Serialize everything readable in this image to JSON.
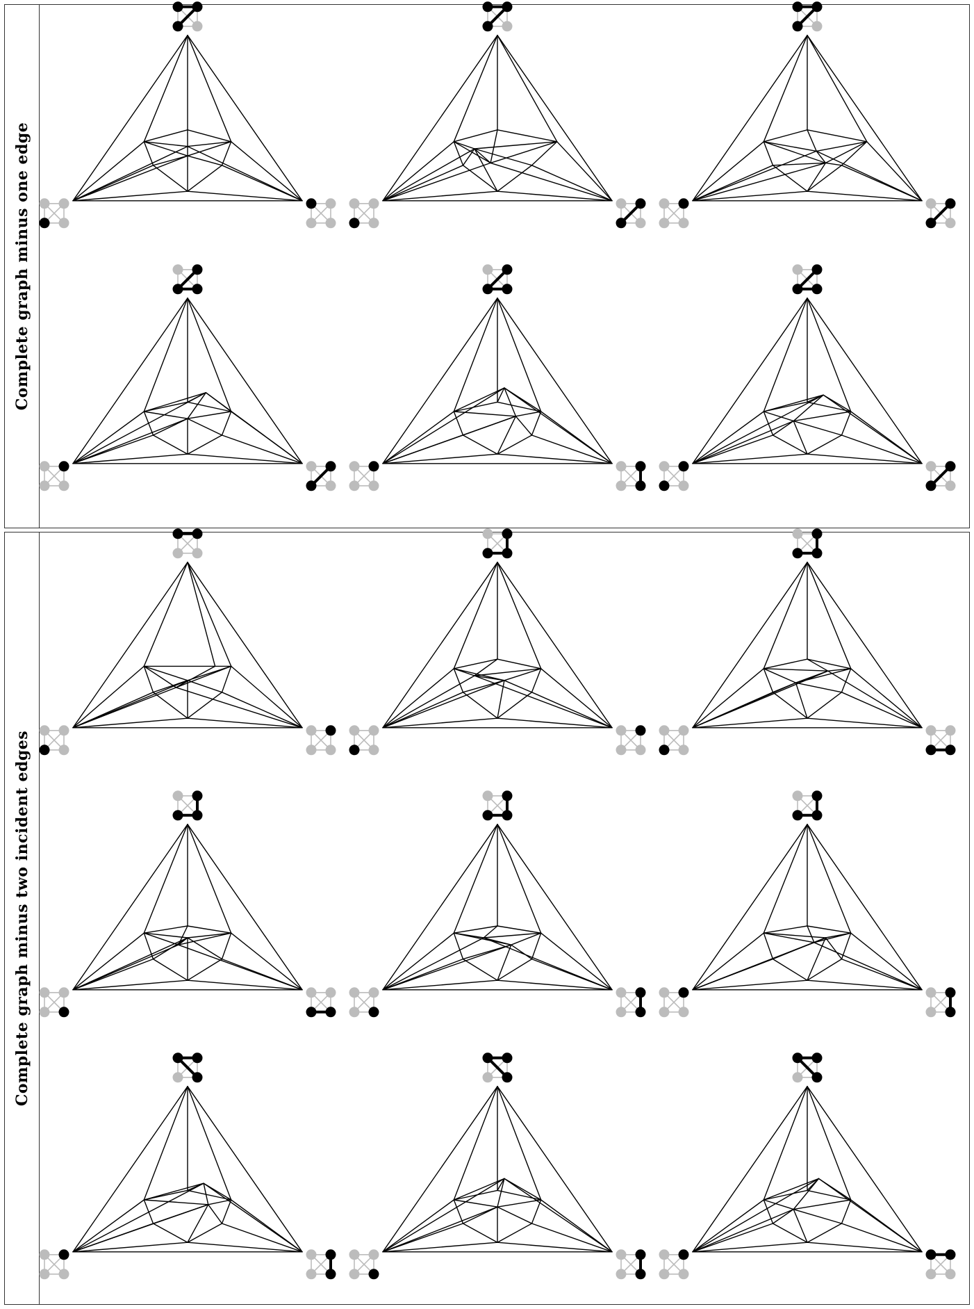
{
  "panels": [
    {
      "label": "Complete graph minus one edge"
    },
    {
      "label": "Complete graph minus two incident edges"
    }
  ],
  "colors": {
    "ink": "#000000",
    "faded": "#bcbcbc",
    "border": "#333333"
  },
  "icon_edges": [
    "top",
    "right",
    "bottom",
    "left",
    "diagonal-ac",
    "diagonal-bd"
  ],
  "diagrams": [
    {
      "panel": 0,
      "row": 0,
      "col": 0,
      "inner": [
        [
          0.5,
          0.52
        ],
        [
          0.31,
          0.57
        ],
        [
          0.69,
          0.57
        ],
        [
          0.5,
          0.59
        ],
        [
          0.35,
          0.67
        ],
        [
          0.65,
          0.67
        ],
        [
          0.5,
          0.63
        ]
      ],
      "icons": {
        "top": {
          "black_nodes": [
            0,
            1,
            3
          ],
          "edges": [
            [
              0,
              1
            ],
            [
              1,
              3
            ]
          ]
        },
        "left": {
          "black_nodes": [
            3
          ],
          "edges": []
        },
        "right": {
          "black_nodes": [
            0
          ],
          "edges": []
        }
      }
    },
    {
      "panel": 0,
      "row": 0,
      "col": 1,
      "inner": [
        [
          0.5,
          0.52
        ],
        [
          0.31,
          0.57
        ],
        [
          0.76,
          0.57
        ],
        [
          0.47,
          0.66
        ],
        [
          0.35,
          0.67
        ],
        [
          0.65,
          0.67
        ],
        [
          0.4,
          0.6
        ]
      ],
      "icons": {
        "top": {
          "black_nodes": [
            0,
            1,
            3
          ],
          "edges": [
            [
              0,
              1
            ],
            [
              1,
              3
            ]
          ]
        },
        "left": {
          "black_nodes": [
            3
          ],
          "edges": []
        },
        "right": {
          "black_nodes": [
            1,
            3
          ],
          "edges": [
            [
              1,
              3
            ]
          ]
        }
      }
    },
    {
      "panel": 0,
      "row": 0,
      "col": 2,
      "inner": [
        [
          0.5,
          0.52
        ],
        [
          0.31,
          0.57
        ],
        [
          0.76,
          0.57
        ],
        [
          0.54,
          0.61
        ],
        [
          0.35,
          0.67
        ],
        [
          0.65,
          0.67
        ],
        [
          0.58,
          0.66
        ]
      ],
      "icons": {
        "top": {
          "black_nodes": [
            0,
            1,
            3
          ],
          "edges": [
            [
              0,
              1
            ],
            [
              1,
              3
            ]
          ]
        },
        "left": {
          "black_nodes": [
            1
          ],
          "edges": []
        },
        "right": {
          "black_nodes": [
            1,
            3
          ],
          "edges": [
            [
              1,
              3
            ]
          ]
        }
      }
    },
    {
      "panel": 0,
      "row": 1,
      "col": 0,
      "inner": [
        [
          0.5,
          0.56
        ],
        [
          0.31,
          0.6
        ],
        [
          0.69,
          0.6
        ],
        [
          0.58,
          0.52
        ],
        [
          0.35,
          0.7
        ],
        [
          0.65,
          0.7
        ],
        [
          0.5,
          0.63
        ]
      ],
      "icons": {
        "top": {
          "black_nodes": [
            1,
            2,
            3
          ],
          "edges": [
            [
              1,
              3
            ],
            [
              3,
              2
            ]
          ]
        },
        "left": {
          "black_nodes": [
            1
          ],
          "edges": []
        },
        "right": {
          "black_nodes": [
            1,
            3
          ],
          "edges": [
            [
              1,
              3
            ]
          ]
        }
      }
    },
    {
      "panel": 0,
      "row": 1,
      "col": 1,
      "inner": [
        [
          0.5,
          0.56
        ],
        [
          0.31,
          0.6
        ],
        [
          0.69,
          0.6
        ],
        [
          0.53,
          0.5
        ],
        [
          0.35,
          0.7
        ],
        [
          0.65,
          0.7
        ],
        [
          0.58,
          0.62
        ]
      ],
      "icons": {
        "top": {
          "black_nodes": [
            1,
            2,
            3
          ],
          "edges": [
            [
              1,
              3
            ],
            [
              3,
              2
            ]
          ]
        },
        "left": {
          "black_nodes": [
            1
          ],
          "edges": []
        },
        "right": {
          "black_nodes": [
            1,
            2
          ],
          "edges": [
            [
              1,
              2
            ]
          ]
        }
      }
    },
    {
      "panel": 0,
      "row": 1,
      "col": 2,
      "inner": [
        [
          0.5,
          0.56
        ],
        [
          0.31,
          0.6
        ],
        [
          0.69,
          0.6
        ],
        [
          0.57,
          0.53
        ],
        [
          0.35,
          0.7
        ],
        [
          0.65,
          0.7
        ],
        [
          0.44,
          0.64
        ]
      ],
      "icons": {
        "top": {
          "black_nodes": [
            1,
            2,
            3
          ],
          "edges": [
            [
              1,
              3
            ],
            [
              3,
              2
            ]
          ]
        },
        "left": {
          "black_nodes": [
            1,
            3
          ],
          "edges": []
        },
        "right": {
          "black_nodes": [
            1,
            3
          ],
          "edges": [
            [
              1,
              3
            ]
          ]
        }
      }
    },
    {
      "panel": 1,
      "row": 0,
      "col": 0,
      "inner": [
        [
          0.62,
          0.56
        ],
        [
          0.31,
          0.56
        ],
        [
          0.69,
          0.56
        ],
        [
          0.45,
          0.65
        ],
        [
          0.35,
          0.67
        ],
        [
          0.65,
          0.67
        ],
        [
          0.5,
          0.62
        ]
      ],
      "icons": {
        "top": {
          "black_nodes": [
            0,
            1
          ],
          "edges": [
            [
              0,
              1
            ]
          ]
        },
        "left": {
          "black_nodes": [
            3
          ],
          "edges": []
        },
        "right": {
          "black_nodes": [
            1
          ],
          "edges": []
        }
      }
    },
    {
      "panel": 1,
      "row": 0,
      "col": 1,
      "inner": [
        [
          0.5,
          0.53
        ],
        [
          0.31,
          0.57
        ],
        [
          0.69,
          0.57
        ],
        [
          0.4,
          0.6
        ],
        [
          0.35,
          0.67
        ],
        [
          0.65,
          0.67
        ],
        [
          0.53,
          0.62
        ]
      ],
      "icons": {
        "top": {
          "black_nodes": [
            1,
            2,
            3
          ],
          "edges": [
            [
              1,
              2
            ],
            [
              2,
              3
            ]
          ]
        },
        "left": {
          "black_nodes": [
            3
          ],
          "edges": []
        },
        "right": {
          "black_nodes": [
            1
          ],
          "edges": []
        }
      }
    },
    {
      "panel": 1,
      "row": 0,
      "col": 2,
      "inner": [
        [
          0.5,
          0.53
        ],
        [
          0.31,
          0.57
        ],
        [
          0.69,
          0.57
        ],
        [
          0.59,
          0.58
        ],
        [
          0.35,
          0.67
        ],
        [
          0.65,
          0.67
        ],
        [
          0.45,
          0.63
        ]
      ],
      "icons": {
        "top": {
          "black_nodes": [
            1,
            2,
            3
          ],
          "edges": [
            [
              1,
              2
            ],
            [
              2,
              3
            ]
          ]
        },
        "left": {
          "black_nodes": [
            3
          ],
          "edges": []
        },
        "right": {
          "black_nodes": [
            2,
            3
          ],
          "edges": [
            [
              2,
              3
            ]
          ]
        }
      }
    },
    {
      "panel": 1,
      "row": 1,
      "col": 0,
      "inner": [
        [
          0.5,
          0.55
        ],
        [
          0.31,
          0.58
        ],
        [
          0.69,
          0.58
        ],
        [
          0.46,
          0.63
        ],
        [
          0.35,
          0.69
        ],
        [
          0.65,
          0.69
        ],
        [
          0.5,
          0.6
        ]
      ],
      "icons": {
        "top": {
          "black_nodes": [
            1,
            2,
            3
          ],
          "edges": [
            [
              1,
              2
            ],
            [
              2,
              3
            ]
          ]
        },
        "left": {
          "black_nodes": [
            2
          ],
          "edges": []
        },
        "right": {
          "black_nodes": [
            2,
            3
          ],
          "edges": [
            [
              2,
              3
            ]
          ]
        }
      }
    },
    {
      "panel": 1,
      "row": 1,
      "col": 1,
      "inner": [
        [
          0.5,
          0.55
        ],
        [
          0.31,
          0.58
        ],
        [
          0.69,
          0.58
        ],
        [
          0.44,
          0.6
        ],
        [
          0.35,
          0.69
        ],
        [
          0.65,
          0.69
        ],
        [
          0.56,
          0.63
        ]
      ],
      "icons": {
        "top": {
          "black_nodes": [
            1,
            2,
            3
          ],
          "edges": [
            [
              1,
              2
            ],
            [
              2,
              3
            ]
          ]
        },
        "left": {
          "black_nodes": [
            2
          ],
          "edges": []
        },
        "right": {
          "black_nodes": [
            1,
            2
          ],
          "edges": [
            [
              1,
              2
            ]
          ]
        }
      }
    },
    {
      "panel": 1,
      "row": 1,
      "col": 2,
      "inner": [
        [
          0.5,
          0.55
        ],
        [
          0.31,
          0.58
        ],
        [
          0.69,
          0.58
        ],
        [
          0.53,
          0.62
        ],
        [
          0.35,
          0.69
        ],
        [
          0.65,
          0.69
        ],
        [
          0.58,
          0.6
        ]
      ],
      "icons": {
        "top": {
          "black_nodes": [
            1,
            2,
            3
          ],
          "edges": [
            [
              1,
              2
            ],
            [
              2,
              3
            ]
          ]
        },
        "left": {
          "black_nodes": [
            1
          ],
          "edges": []
        },
        "right": {
          "black_nodes": [
            1,
            2
          ],
          "edges": [
            [
              1,
              2
            ]
          ]
        }
      }
    },
    {
      "panel": 1,
      "row": 2,
      "col": 0,
      "inner": [
        [
          0.5,
          0.56
        ],
        [
          0.31,
          0.6
        ],
        [
          0.69,
          0.6
        ],
        [
          0.57,
          0.53
        ],
        [
          0.35,
          0.7
        ],
        [
          0.65,
          0.7
        ],
        [
          0.59,
          0.62
        ]
      ],
      "icons": {
        "top": {
          "black_nodes": [
            0,
            1,
            2
          ],
          "edges": [
            [
              0,
              1
            ],
            [
              0,
              2
            ]
          ]
        },
        "left": {
          "black_nodes": [
            1
          ],
          "edges": []
        },
        "right": {
          "black_nodes": [
            1,
            2
          ],
          "edges": [
            [
              1,
              2
            ]
          ]
        }
      }
    },
    {
      "panel": 1,
      "row": 2,
      "col": 1,
      "inner": [
        [
          0.5,
          0.56
        ],
        [
          0.31,
          0.6
        ],
        [
          0.69,
          0.6
        ],
        [
          0.53,
          0.51
        ],
        [
          0.35,
          0.7
        ],
        [
          0.65,
          0.7
        ],
        [
          0.5,
          0.63
        ]
      ],
      "icons": {
        "top": {
          "black_nodes": [
            0,
            1,
            2
          ],
          "edges": [
            [
              0,
              1
            ],
            [
              0,
              2
            ]
          ]
        },
        "left": {
          "black_nodes": [
            2
          ],
          "edges": []
        },
        "right": {
          "black_nodes": [
            1,
            2
          ],
          "edges": [
            [
              1,
              2
            ]
          ]
        }
      }
    },
    {
      "panel": 1,
      "row": 2,
      "col": 2,
      "inner": [
        [
          0.5,
          0.56
        ],
        [
          0.31,
          0.6
        ],
        [
          0.69,
          0.6
        ],
        [
          0.55,
          0.51
        ],
        [
          0.35,
          0.7
        ],
        [
          0.65,
          0.7
        ],
        [
          0.44,
          0.64
        ]
      ],
      "icons": {
        "top": {
          "black_nodes": [
            0,
            1,
            2
          ],
          "edges": [
            [
              0,
              1
            ],
            [
              0,
              2
            ]
          ]
        },
        "left": {
          "black_nodes": [
            1
          ],
          "edges": []
        },
        "right": {
          "black_nodes": [
            0,
            1
          ],
          "edges": [
            [
              0,
              1
            ]
          ]
        }
      }
    }
  ]
}
